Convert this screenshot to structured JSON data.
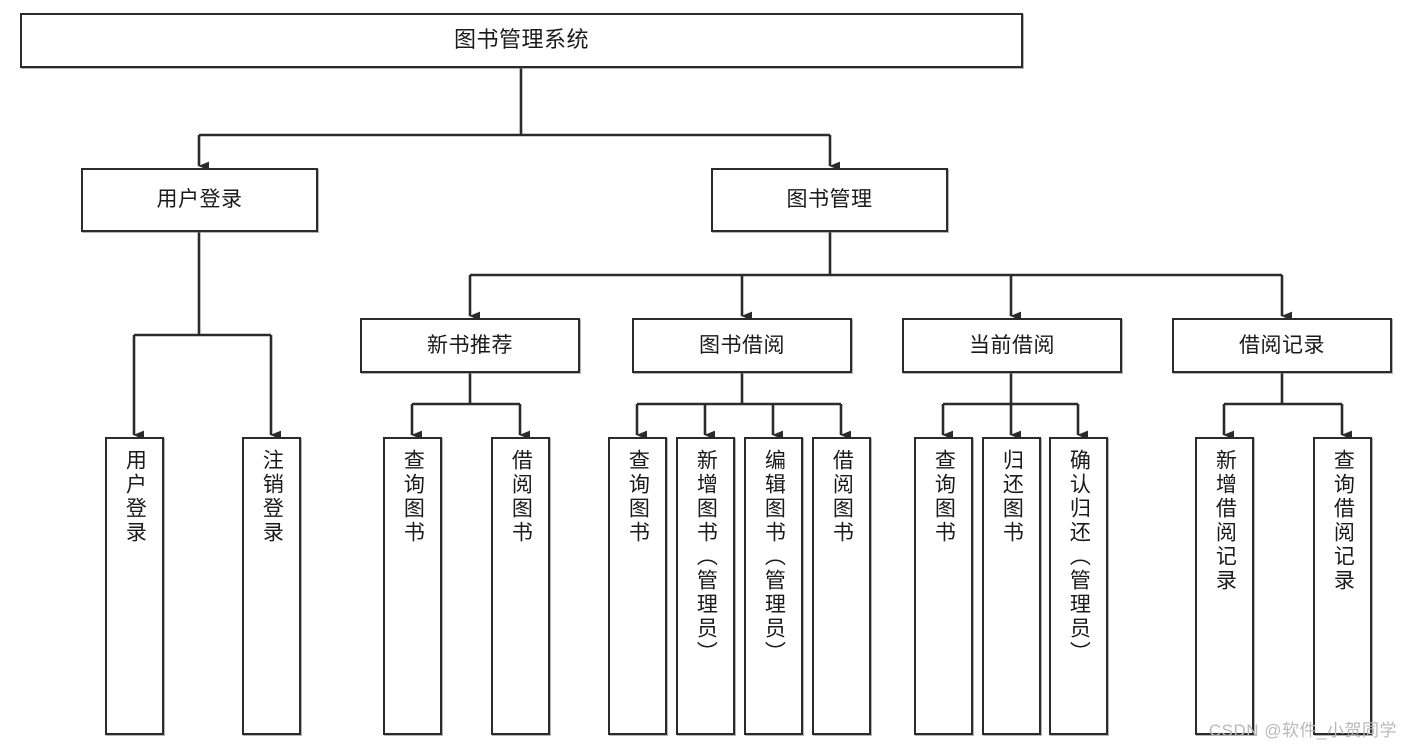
{
  "diagram": {
    "title": "图书管理系统",
    "type": "tree-hierarchy-chart",
    "colors": {
      "box_border": "#2b2b2b",
      "box_fill": "#ffffff",
      "edge": "#2b2b2b",
      "text": "#1a1a1a",
      "watermark": "#b9b9b9",
      "background": "#ffffff"
    },
    "watermark": "CSDN @软件_小贺同学"
  },
  "nodes": {
    "root": {
      "label": "图书管理系统"
    },
    "level2": [
      {
        "label": "用户登录"
      },
      {
        "label": "图书管理"
      }
    ],
    "level3": [
      {
        "label": "新书推荐"
      },
      {
        "label": "图书借阅"
      },
      {
        "label": "当前借阅"
      },
      {
        "label": "借阅记录"
      }
    ],
    "leaves": {
      "user_login": [
        {
          "label": "用户登录"
        },
        {
          "label": "注销登录"
        }
      ],
      "new_book_recommend": [
        {
          "label": "查询图书"
        },
        {
          "label": "借阅图书"
        }
      ],
      "book_borrow": [
        {
          "label": "查询图书"
        },
        {
          "label": "新增图书（管理员）"
        },
        {
          "label": "编辑图书（管理员）"
        },
        {
          "label": "借阅图书"
        }
      ],
      "current_borrow": [
        {
          "label": "查询图书"
        },
        {
          "label": "归还图书"
        },
        {
          "label": "确认归还（管理员）"
        }
      ],
      "borrow_record": [
        {
          "label": "新增借阅记录"
        },
        {
          "label": "查询借阅记录"
        }
      ]
    }
  }
}
